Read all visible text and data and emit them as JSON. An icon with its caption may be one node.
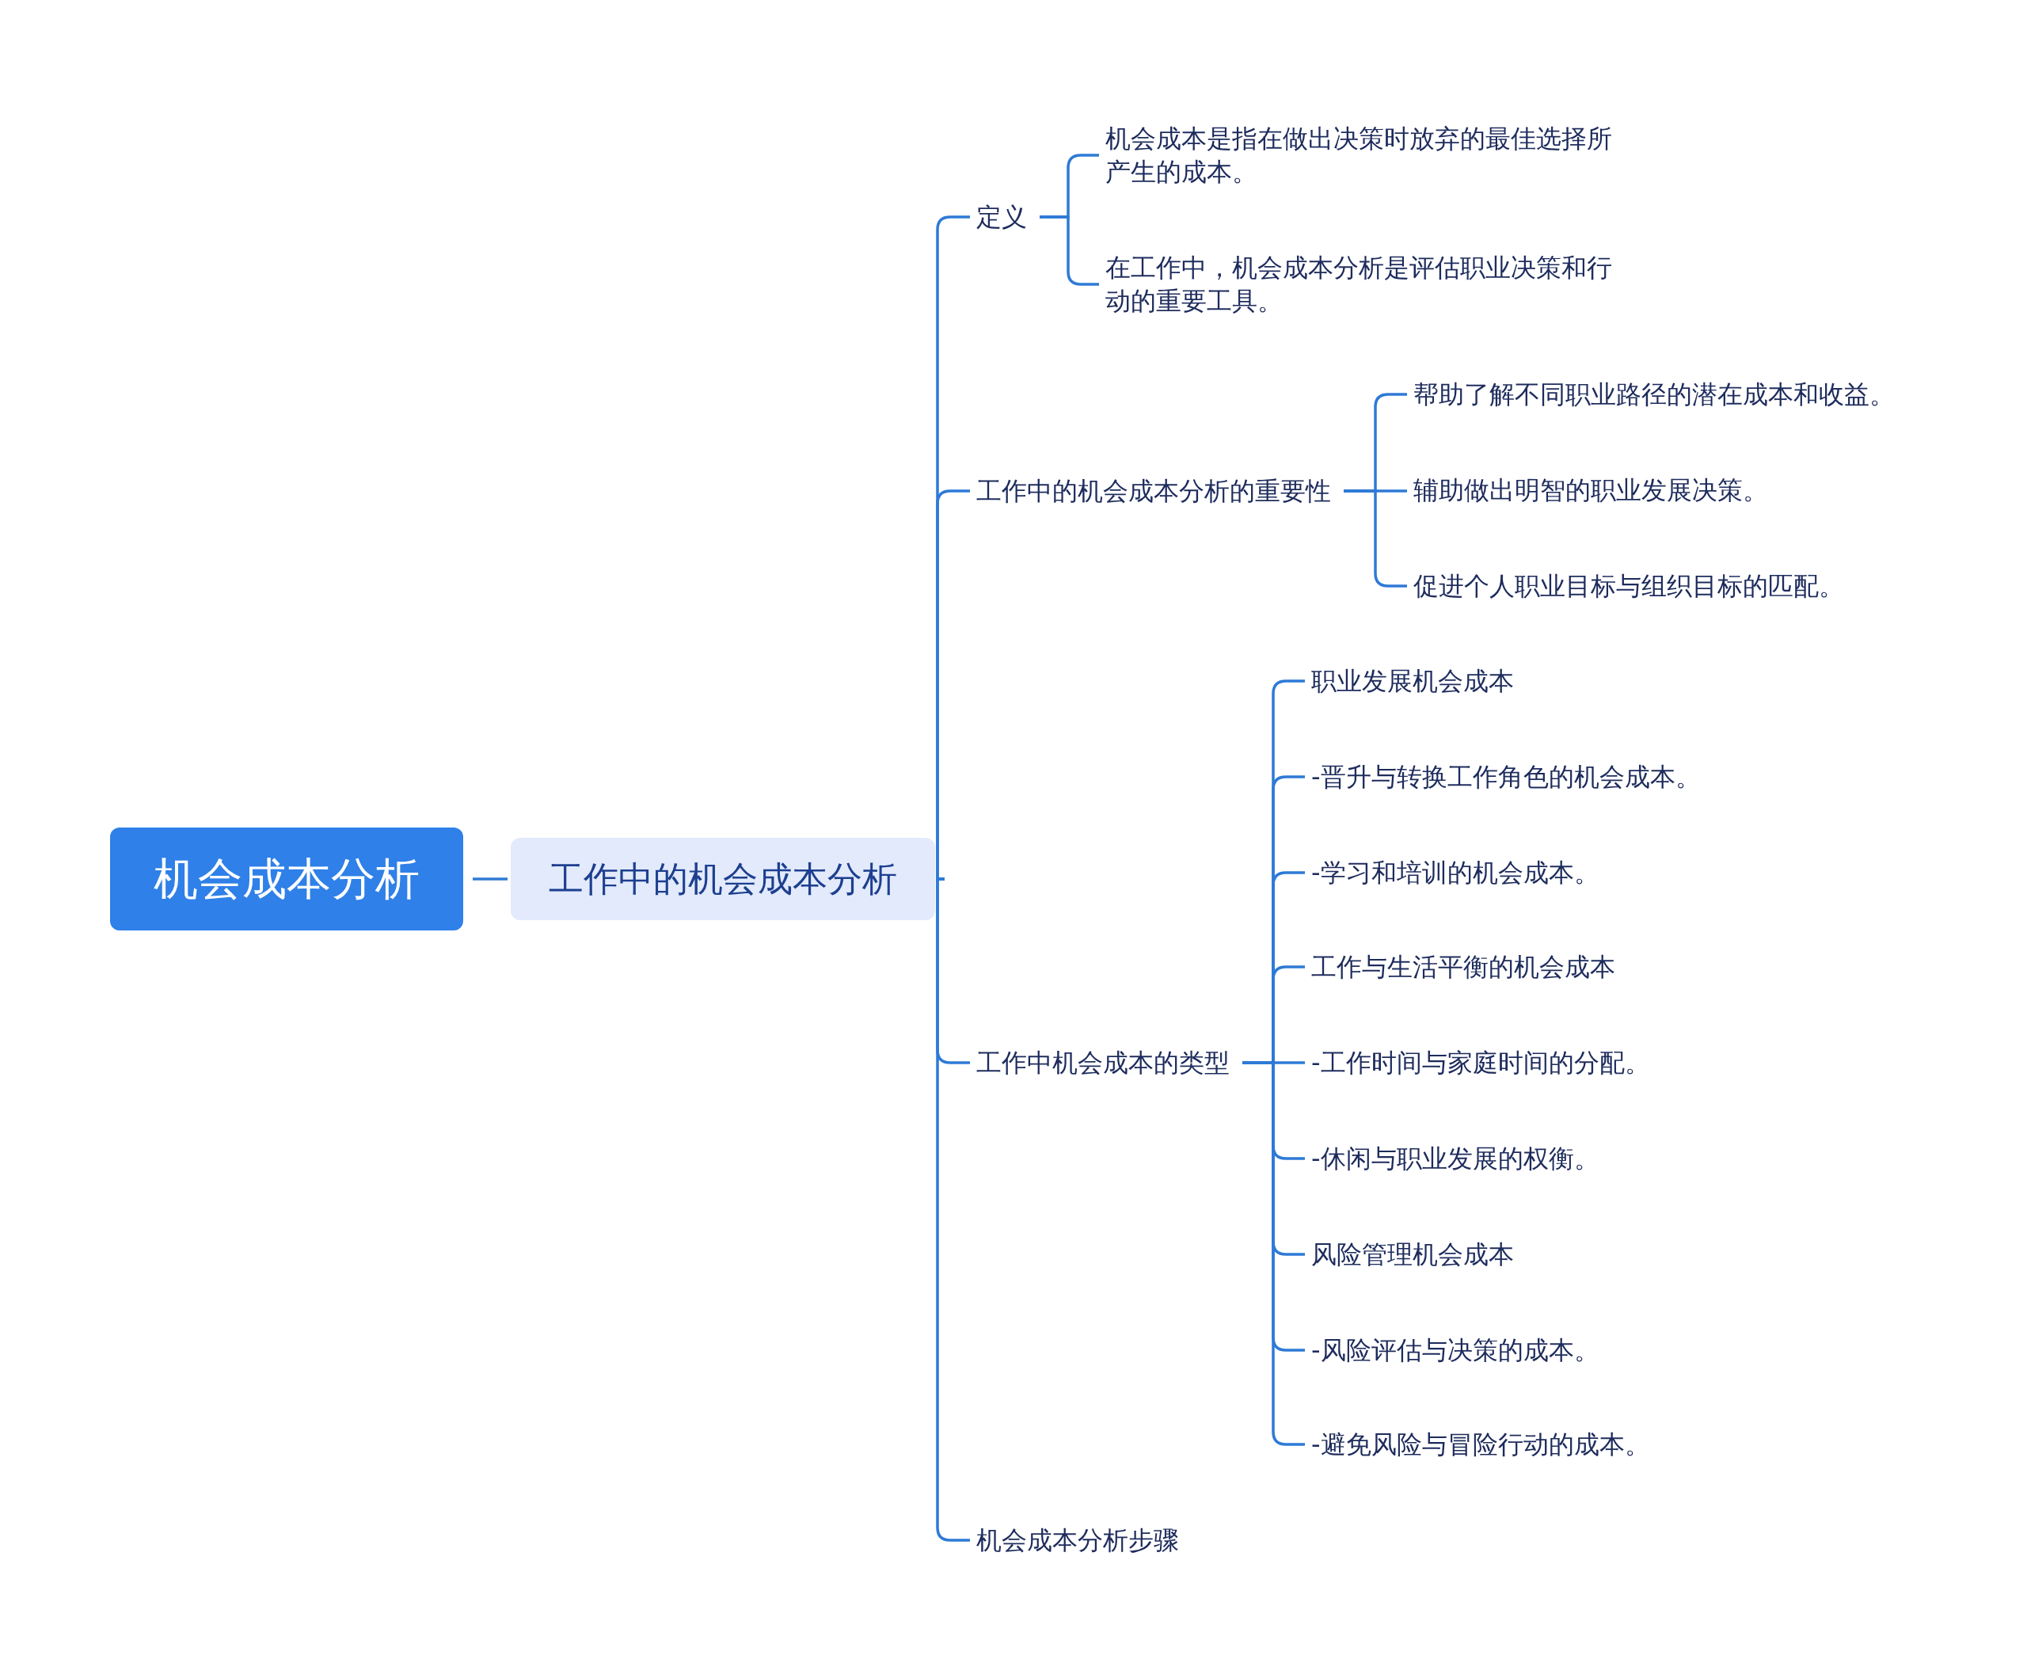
{
  "diagram": {
    "nodes": [
      {
        "text": [
          "机会成本分析"
        ]
      },
      {
        "text": [
          "工作中的机会成本分析"
        ]
      },
      {
        "text": [
          "定义"
        ]
      },
      {
        "text": [
          "机会成本是指在做出决策时放弃的最佳选择所产生的成本。"
        ]
      },
      {
        "text": [
          "在工作中，机会成本分析是评估职业决策和行动的重要工具。"
        ]
      },
      {
        "text": [
          "工作中的机会成本分析的重要性"
        ]
      },
      {
        "text": [
          "帮助了解不同职业路径的潜在成本和收益。"
        ]
      },
      {
        "text": [
          "辅助做出明智的职业发展决策。"
        ]
      },
      {
        "text": [
          "促进个人职业目标与组织目标的匹配。"
        ]
      },
      {
        "text": [
          "工作中机会成本的类型"
        ]
      },
      {
        "text": [
          "职业发展机会成本"
        ]
      },
      {
        "text": [
          "-晋升与转换工作角色的机会成本。"
        ]
      },
      {
        "text": [
          "-学习和培训的机会成本。"
        ]
      },
      {
        "text": [
          "工作与生活平衡的机会成本"
        ]
      },
      {
        "text": [
          "-工作时间与家庭时间的分配。"
        ]
      },
      {
        "text": [
          "-休闲与职业发展的权衡。"
        ]
      },
      {
        "text": [
          "风险管理机会成本"
        ]
      },
      {
        "text": [
          "-风险评估与决策的成本。"
        ]
      },
      {
        "text": [
          "-避免风险与冒险行动的成本。"
        ]
      },
      {
        "text": [
          "机会成本分析步骤"
        ]
      }
    ],
    "edges": [
      {
        "from": 0,
        "to": 1,
        "arrow": "none"
      },
      {
        "from": 1,
        "to": 2,
        "arrow": "none"
      },
      {
        "from": 1,
        "to": 5,
        "arrow": "none"
      },
      {
        "from": 1,
        "to": 9,
        "arrow": "none"
      },
      {
        "from": 1,
        "to": 19,
        "arrow": "none"
      },
      {
        "from": 2,
        "to": 3,
        "arrow": "none"
      },
      {
        "from": 2,
        "to": 4,
        "arrow": "none"
      },
      {
        "from": 5,
        "to": 6,
        "arrow": "none"
      },
      {
        "from": 5,
        "to": 7,
        "arrow": "none"
      },
      {
        "from": 5,
        "to": 8,
        "arrow": "none"
      },
      {
        "from": 9,
        "to": 10,
        "arrow": "none"
      },
      {
        "from": 9,
        "to": 11,
        "arrow": "none"
      },
      {
        "from": 9,
        "to": 12,
        "arrow": "none"
      },
      {
        "from": 9,
        "to": 13,
        "arrow": "none"
      },
      {
        "from": 9,
        "to": 14,
        "arrow": "none"
      },
      {
        "from": 9,
        "to": 15,
        "arrow": "none"
      },
      {
        "from": 9,
        "to": 16,
        "arrow": "none"
      },
      {
        "from": 9,
        "to": 17,
        "arrow": "none"
      },
      {
        "from": 9,
        "to": 18,
        "arrow": "none"
      }
    ]
  }
}
